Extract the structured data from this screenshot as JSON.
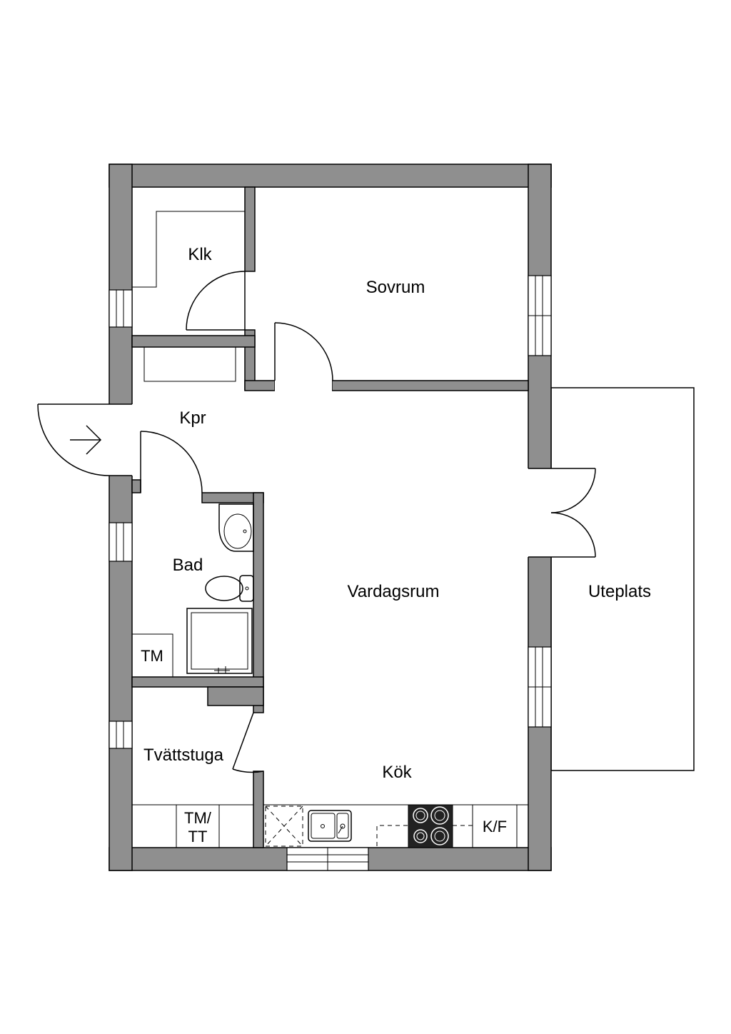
{
  "rooms": {
    "klk": "Klk",
    "sovrum": "Sovrum",
    "kpr": "Kpr",
    "bad": "Bad",
    "vardagsrum": "Vardagsrum",
    "uteplats": "Uteplats",
    "tvattstuga": "Tvättstuga",
    "kok": "Kök"
  },
  "fixtures": {
    "tm_bad": "TM",
    "tm_tt_line1": "TM/",
    "tm_tt_line2": "TT",
    "kf": "K/F"
  },
  "colors": {
    "wall": "#8f8f8f",
    "stove": "#222222"
  }
}
